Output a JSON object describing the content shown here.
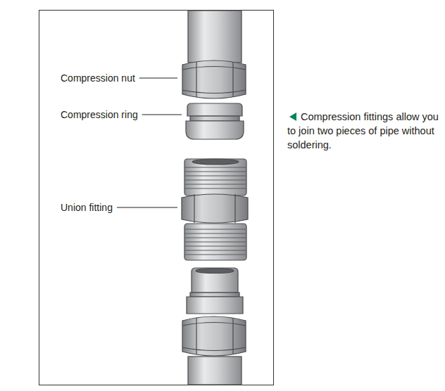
{
  "diagram": {
    "caption": "Compression fittings allow you to join two pieces of pipe without soldering.",
    "labels": [
      "Compression nut",
      "Compression ring",
      "Union fitting"
    ]
  }
}
